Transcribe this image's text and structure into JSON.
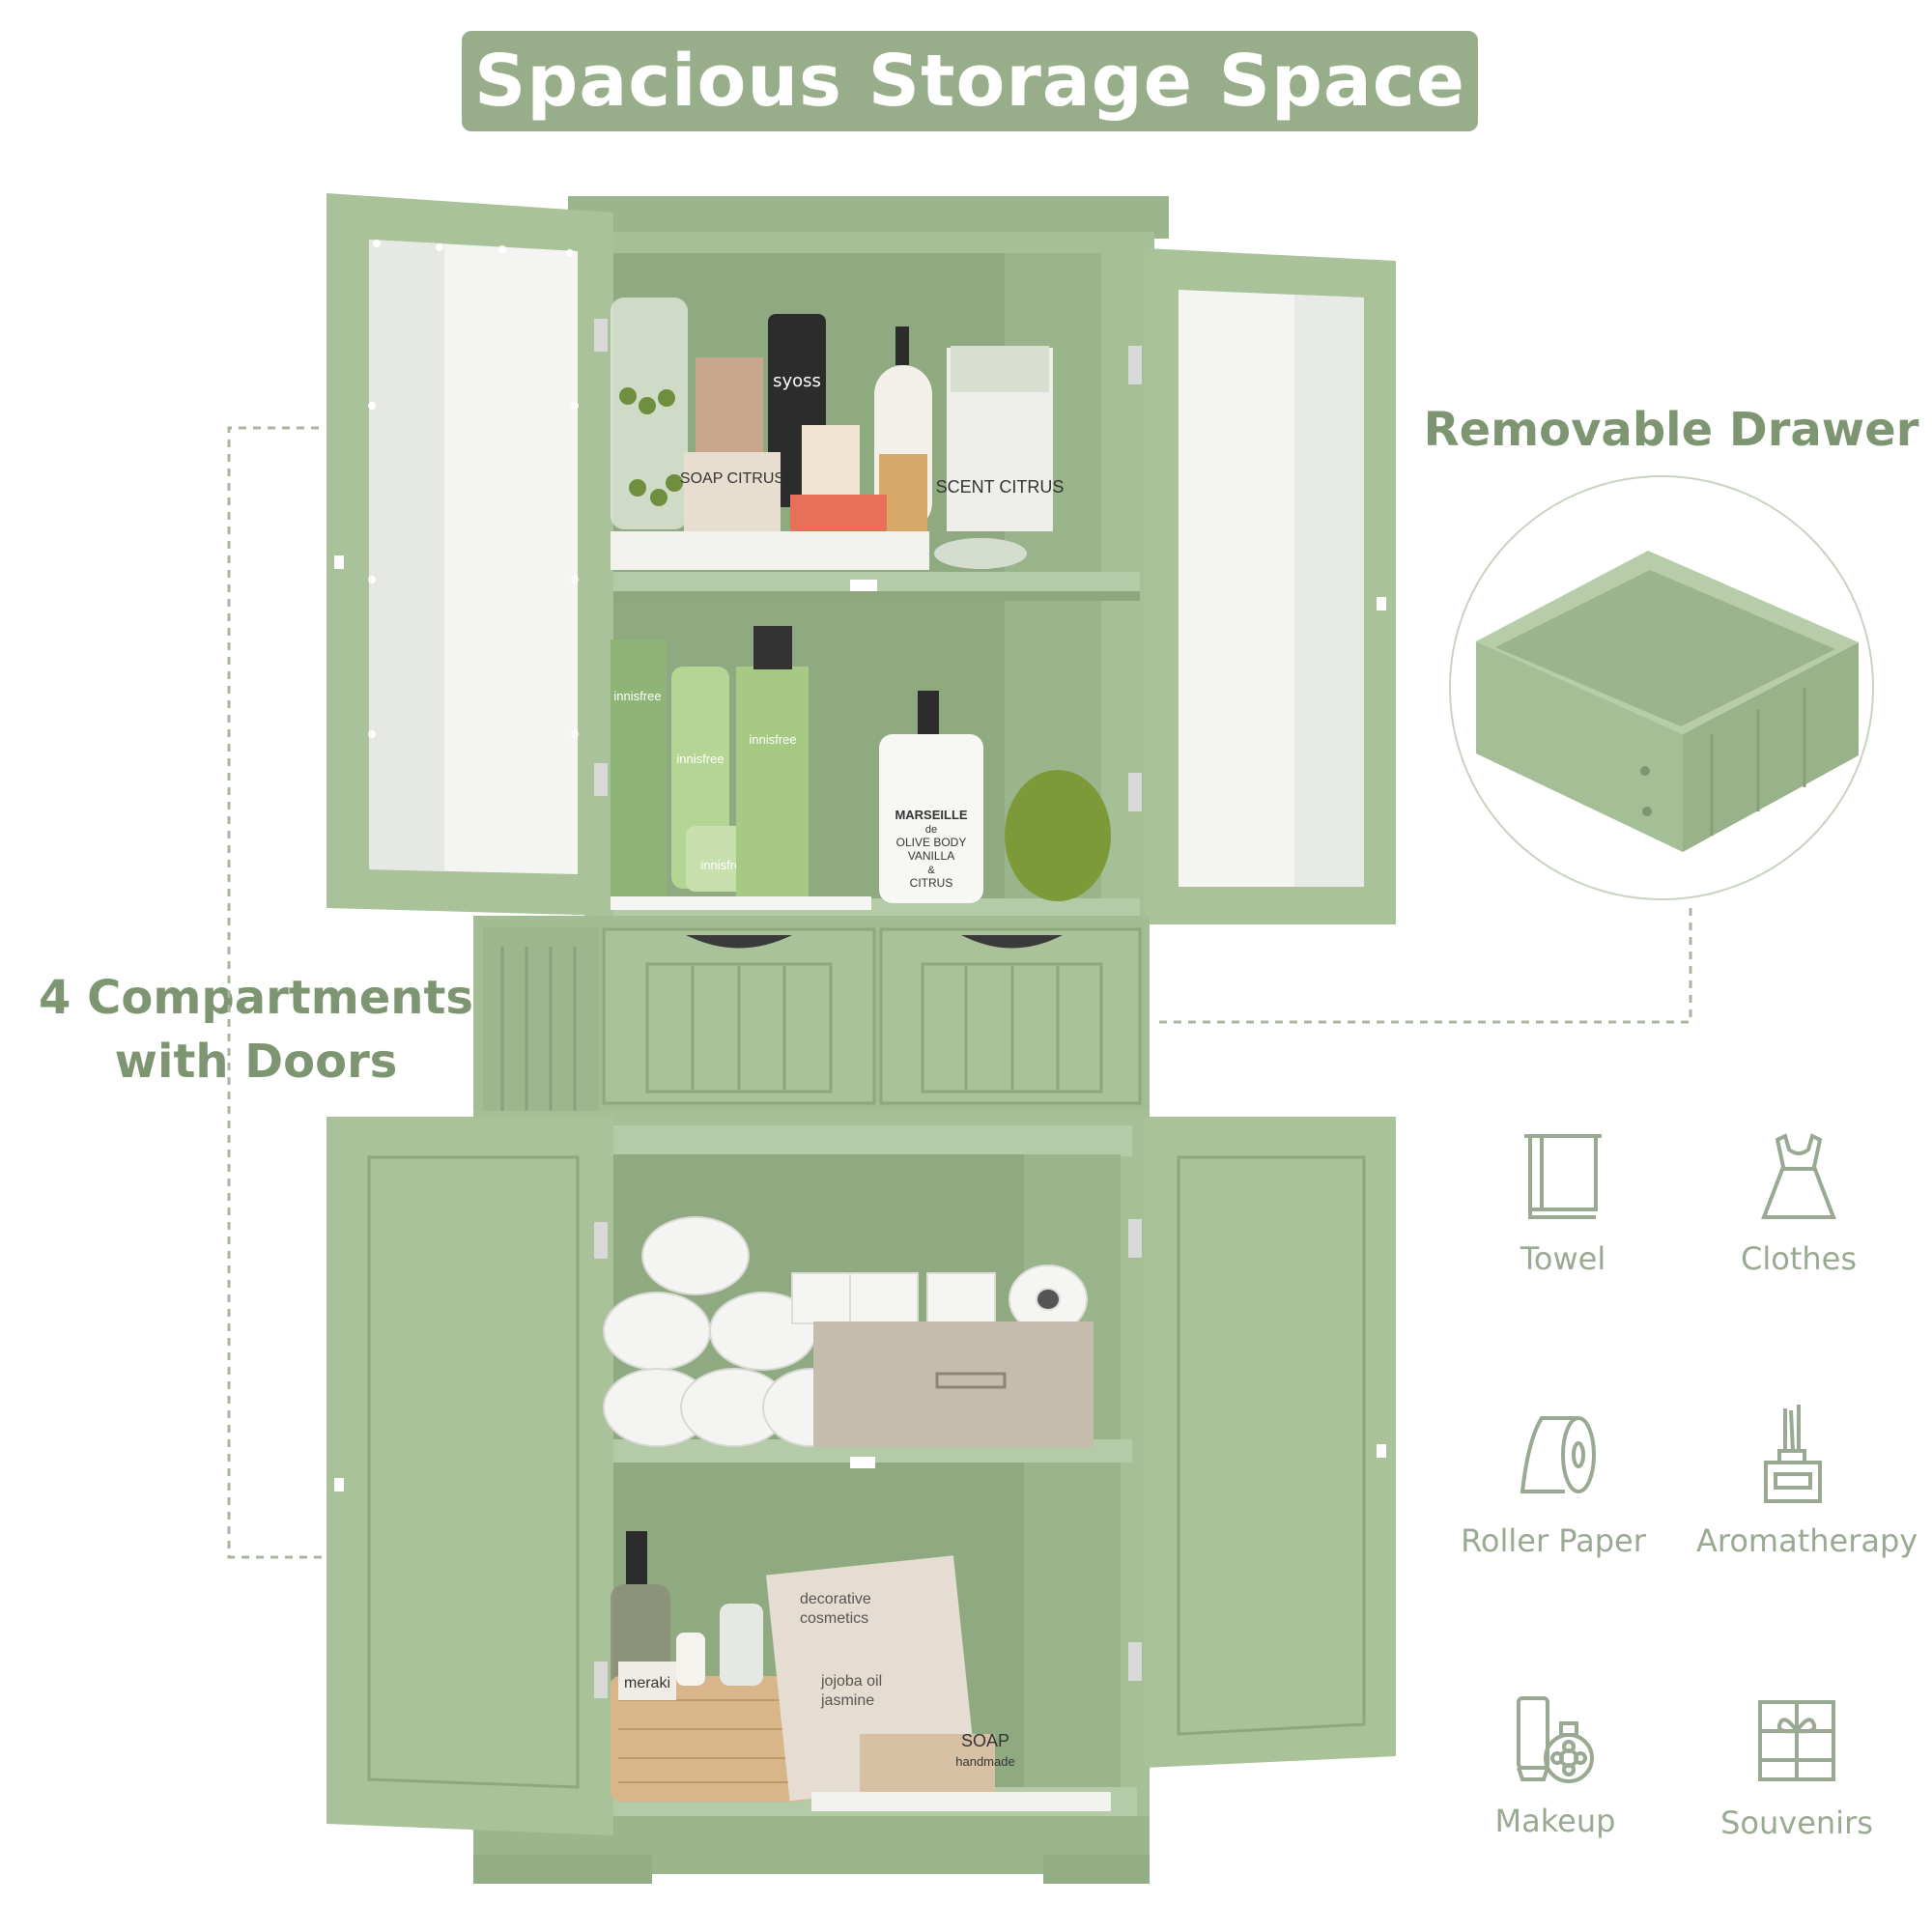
{
  "title": "Spacious Storage Space",
  "callouts": {
    "left_line1": "4 Compartments",
    "left_line2": "with Doors",
    "right": "Removable Drawer"
  },
  "colors": {
    "cabinet": "#a9c29a",
    "cabinet_dark": "#96b088",
    "accent_text": "#7e9572",
    "banner": "#98ad8a",
    "icon": "#9aa992"
  },
  "product_labels": {
    "syoss": "syoss",
    "soap_citrus": "SOAP CITRUS",
    "scent_citrus": "SCENT CITRUS",
    "innisfree": "innisfree",
    "marseille_line1": "MARSEILLE",
    "marseille_line2": "de",
    "marseille_line3": "OLIVE BODY",
    "marseille_line4": "VANILLA",
    "marseille_line5": "&",
    "marseille_line6": "CITRUS",
    "decorative_line1": "decorative",
    "decorative_line2": "cosmetics",
    "jojoba_line1": "jojoba oil",
    "jojoba_line2": "jasmine",
    "meraki": "meraki",
    "soap_handmade_line1": "SOAP",
    "soap_handmade_line2": "handmade"
  },
  "icons": [
    {
      "name": "towel-icon",
      "label": "Towel"
    },
    {
      "name": "clothes-icon",
      "label": "Clothes"
    },
    {
      "name": "roller-paper-icon",
      "label": "Roller Paper"
    },
    {
      "name": "aromatherapy-icon",
      "label": "Aromatherapy"
    },
    {
      "name": "makeup-icon",
      "label": "Makeup"
    },
    {
      "name": "souvenirs-icon",
      "label": "Souvenirs"
    }
  ]
}
